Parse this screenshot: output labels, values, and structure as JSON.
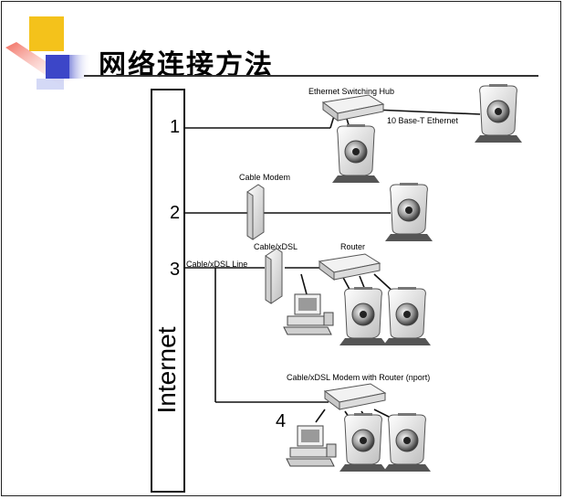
{
  "title": "网络连接方法",
  "internet_label": "Internet",
  "numbers": [
    "1",
    "2",
    "3",
    "4"
  ],
  "labels": {
    "ethernet_hub": "Ethernet Switching Hub",
    "base_t": "10 Base-T Ethernet",
    "cable_modem": "Cable Modem",
    "cable_xdsl": "Cable/xDSL",
    "router": "Router",
    "cable_xdsl_line": "Cable/xDSL Line",
    "modem_with_router": "Cable/xDSL Modem with Router (nport)"
  },
  "icons": [
    "camera-icon",
    "hub-icon",
    "modem-icon",
    "router-icon",
    "computer-icon"
  ],
  "colors": {
    "logo_yellow": "#f4c21b",
    "logo_red": "#f05a4a",
    "logo_blue": "#3c46c8",
    "line": "#111111"
  }
}
